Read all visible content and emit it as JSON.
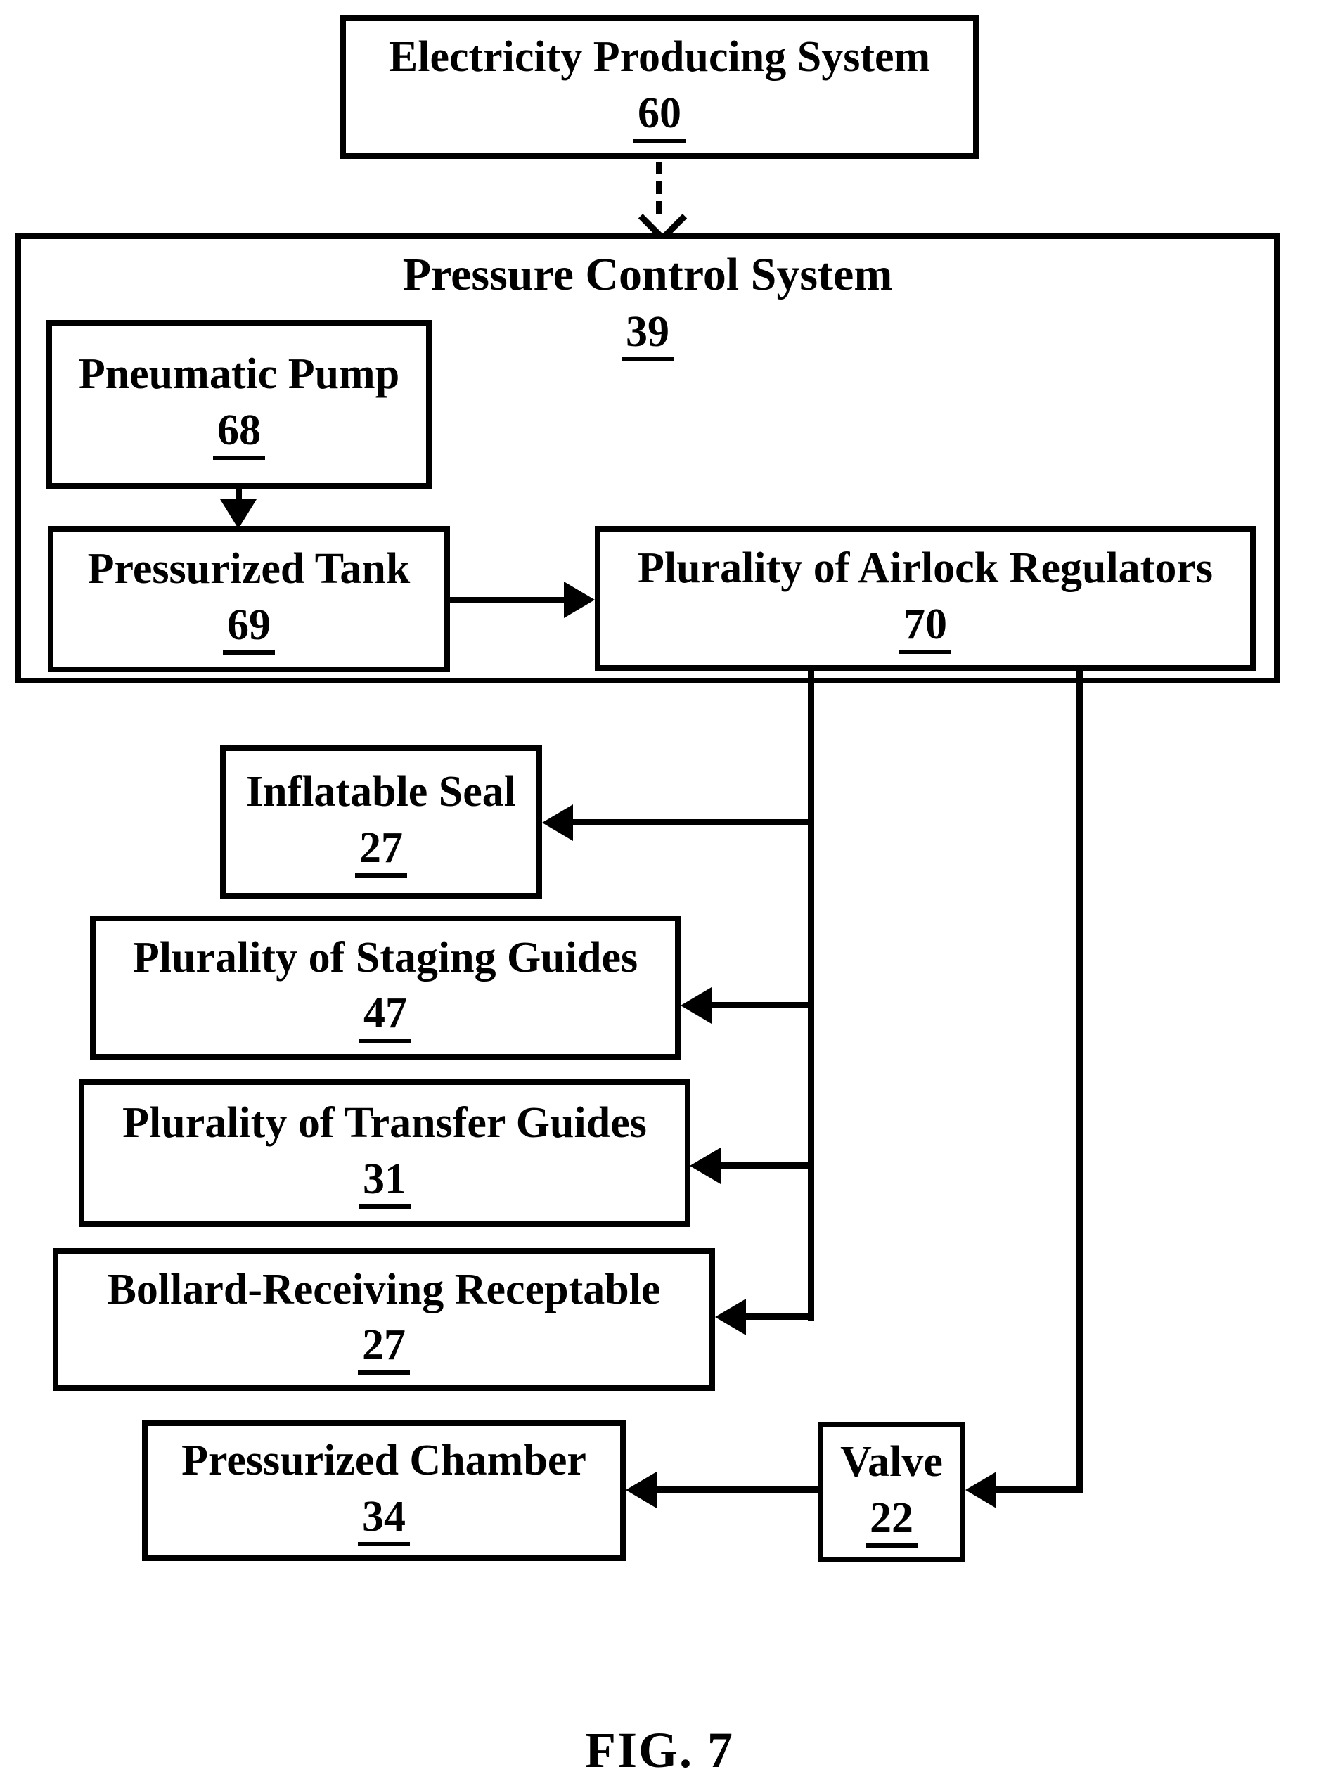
{
  "figure": {
    "caption": "FIG. 7",
    "type": "block-diagram",
    "colors": {
      "line": "#000000",
      "background": "#ffffff",
      "text": "#000000"
    }
  },
  "boxes": {
    "electricity_producing_system": {
      "label": "Electricity Producing System",
      "number": "60"
    },
    "pressure_control_system": {
      "label": "Pressure Control System",
      "number": "39",
      "contains": [
        "Pneumatic Pump 68",
        "Pressurized Tank 69",
        "Plurality of Airlock Regulators 70"
      ]
    },
    "pneumatic_pump": {
      "label": "Pneumatic Pump",
      "number": "68"
    },
    "pressurized_tank": {
      "label": "Pressurized Tank",
      "number": "69"
    },
    "airlock_regulators": {
      "label": "Plurality of Airlock Regulators",
      "number": "70"
    },
    "inflatable_seal": {
      "label": "Inflatable Seal",
      "number": "27"
    },
    "staging_guides": {
      "label": "Plurality of Staging Guides",
      "number": "47"
    },
    "transfer_guides": {
      "label": "Plurality of Transfer Guides",
      "number": "31"
    },
    "bollard_receptable": {
      "label": "Bollard-Receiving Receptable",
      "number": "27"
    },
    "pressurized_chamber": {
      "label": "Pressurized Chamber",
      "number": "34"
    },
    "valve": {
      "label": "Valve",
      "number": "22"
    }
  },
  "connections": [
    {
      "from": "Electricity Producing System 60",
      "to": "Pressure Control System 39",
      "style": "dashed-arrow-down"
    },
    {
      "from": "Pneumatic Pump 68",
      "to": "Pressurized Tank 69",
      "style": "solid-arrow-down"
    },
    {
      "from": "Pressurized Tank 69",
      "to": "Plurality of Airlock Regulators 70",
      "style": "solid-arrow-right"
    },
    {
      "from": "Plurality of Airlock Regulators 70",
      "to": "Inflatable Seal 27",
      "style": "solid-arrow-left"
    },
    {
      "from": "Plurality of Airlock Regulators 70",
      "to": "Plurality of Staging Guides 47",
      "style": "solid-arrow-left"
    },
    {
      "from": "Plurality of Airlock Regulators 70",
      "to": "Plurality of Transfer Guides 31",
      "style": "solid-arrow-left"
    },
    {
      "from": "Plurality of Airlock Regulators 70",
      "to": "Bollard-Receiving Receptable 27",
      "style": "solid-arrow-left"
    },
    {
      "from": "Plurality of Airlock Regulators 70",
      "to": "Valve 22",
      "style": "solid-arrow-left"
    },
    {
      "from": "Valve 22",
      "to": "Pressurized Chamber 34",
      "style": "solid-arrow-left"
    }
  ]
}
